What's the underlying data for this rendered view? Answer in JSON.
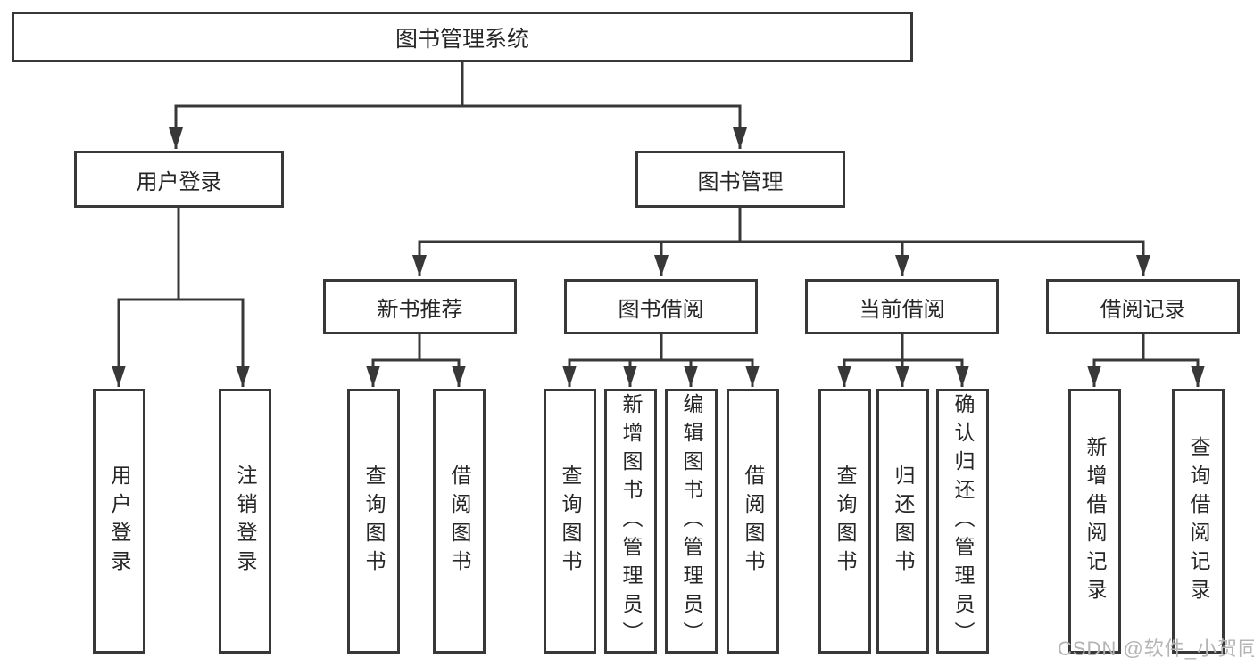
{
  "diagram": {
    "title": "图书管理系统",
    "level2": [
      {
        "label": "用户登录"
      },
      {
        "label": "图书管理"
      }
    ],
    "level3": [
      {
        "label": "新书推荐"
      },
      {
        "label": "图书借阅"
      },
      {
        "label": "当前借阅"
      },
      {
        "label": "借阅记录"
      }
    ],
    "leaves": [
      {
        "label": "用户登录"
      },
      {
        "label": "注销登录"
      },
      {
        "label": "查询图书"
      },
      {
        "label": "借阅图书"
      },
      {
        "label": "查询图书"
      },
      {
        "label": "新增图书（管理员）"
      },
      {
        "label": "编辑图书（管理员）"
      },
      {
        "label": "借阅图书"
      },
      {
        "label": "查询图书"
      },
      {
        "label": "归还图书"
      },
      {
        "label": "确认归还（管理员）"
      },
      {
        "label": "新增借阅记录"
      },
      {
        "label": "查询借阅记录"
      }
    ],
    "watermark": {
      "text": "CSDN @软件_小贺同学"
    },
    "colors": {
      "line": "#383838",
      "text": "#262626",
      "watermark": "#b4b4b4",
      "background": "#ffffff"
    }
  }
}
